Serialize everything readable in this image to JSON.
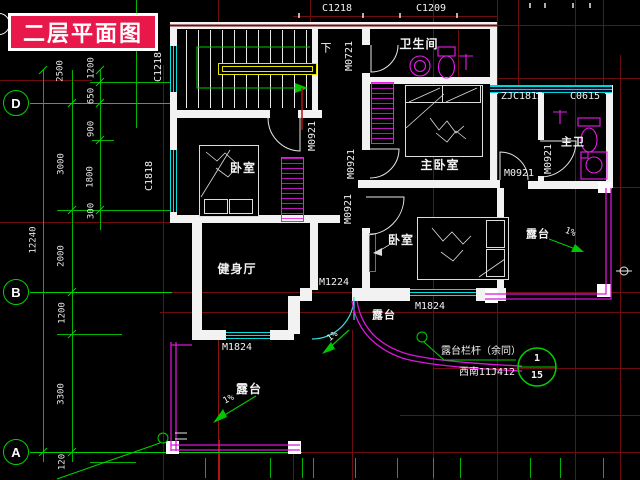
{
  "badge": {
    "text": "二层平面图"
  },
  "axes": {
    "d": "D",
    "b": "B",
    "a": "A"
  },
  "dims": {
    "d2500": "2500",
    "d1200t": "1200",
    "d650": "650",
    "d900": "900",
    "d1800": "1800",
    "d300": "300",
    "d3000": "3000",
    "d2000": "2000",
    "d12240": "12240",
    "d1200b": "1200",
    "d3300": "3300",
    "d120": "120"
  },
  "windows": {
    "c1218_top": "C1218",
    "c1209": "C1209",
    "c1218_left": "C1218",
    "c1818": "C1818",
    "zjc1815": "ZJC1815",
    "c0615": "C0615"
  },
  "doors": {
    "m0721": "M0721",
    "m0921": "M0921",
    "m1224": "M1224",
    "m1824": "M1824"
  },
  "rooms": {
    "bathroom": "卫生间",
    "master_bedroom": "主卧室",
    "master_bath": "主卫",
    "bedroom": "卧室",
    "gym": "健身厅",
    "terrace": "露台"
  },
  "annotations": {
    "down": "下",
    "slope": "1%",
    "railing_note": "露台栏杆（余同）",
    "railing_ref": "西南11J412",
    "detail_no": "1",
    "detail_sheet": "15"
  },
  "colors": {
    "background": "#000000",
    "wall": "#f2f2f2",
    "window": "#00e0e0",
    "fixture": "#e81ce8",
    "railing": "#d916d9",
    "grid": "#6e0e0e",
    "axis": "#00d200",
    "handrail": "#e6e600",
    "badge": "#e8194a"
  }
}
